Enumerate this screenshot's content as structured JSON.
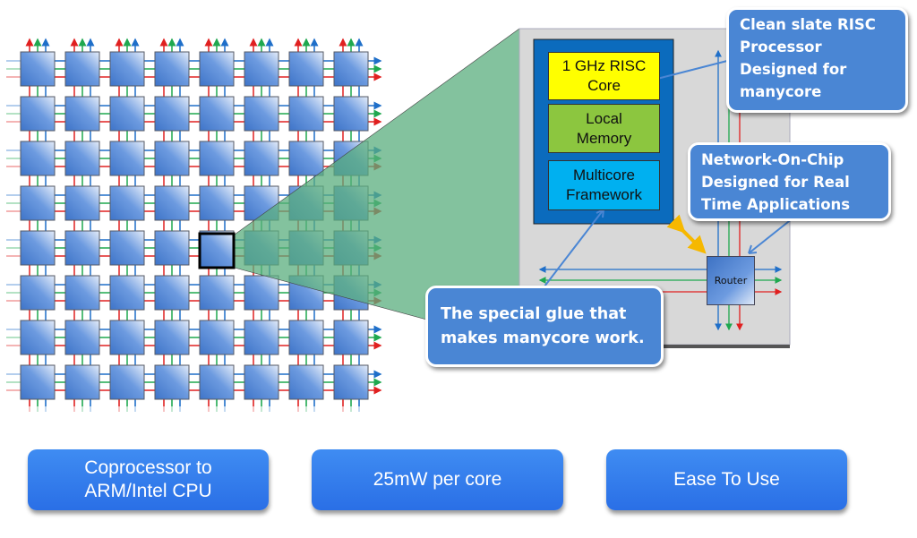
{
  "diagram": {
    "grid": {
      "rows": 8,
      "cols": 8,
      "highlighted_core": {
        "row": 4,
        "col": 4
      }
    },
    "link_colors": {
      "blue": "#1f6fc9",
      "green": "#1fa84f",
      "red": "#e02020"
    },
    "core_colors": {
      "dark": "#3e74c8",
      "light": "#e4ecf9",
      "border": "#555a66"
    },
    "zoom_overlay_color": "#5aad7d",
    "detail_panel": {
      "core_label": "1 GHz RISC Core",
      "core_lines": [
        "1 GHz RISC",
        "Core"
      ],
      "memory_lines": [
        "Local",
        "Memory"
      ],
      "framework_lines": [
        "Multicore",
        "Framework"
      ],
      "router_label": "Router",
      "colors": {
        "panel_bg": "#d8d8d8",
        "tile_bg": "#0b6bbd",
        "core": "#ffff00",
        "memory": "#8cc63f",
        "framework": "#00b0f0",
        "bus_arrow": "#f6b800"
      }
    },
    "callouts": {
      "risc": "Clean slate RISC Processor Designed for manycore",
      "risc_lines": [
        "Clean slate RISC",
        "Processor",
        "Designed for",
        "manycore"
      ],
      "noc_lines": [
        "Network-On-Chip",
        "Designed for Real",
        "Time Applications"
      ],
      "glue_lines": [
        "The special glue that",
        "makes manycore work."
      ]
    },
    "features": [
      {
        "lines": [
          "Coprocessor to",
          "ARM/Intel CPU"
        ]
      },
      {
        "lines": [
          "25mW per core"
        ]
      },
      {
        "lines": [
          "Ease To Use"
        ]
      }
    ]
  }
}
